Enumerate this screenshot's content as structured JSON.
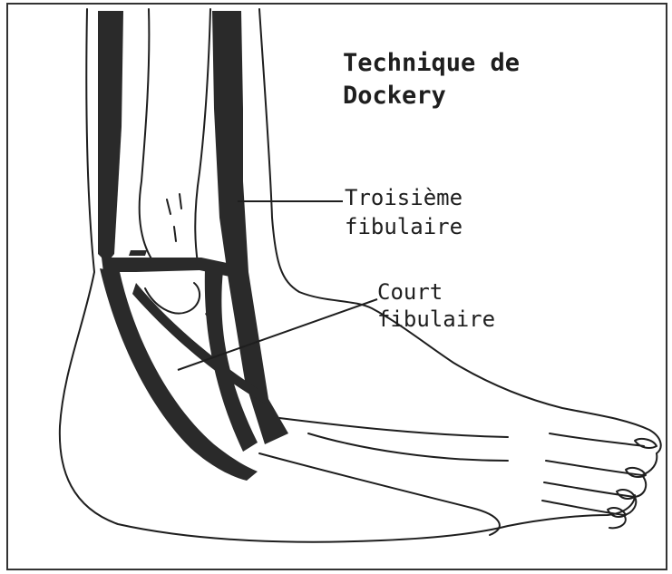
{
  "title": {
    "line1": "Technique de",
    "line2": "Dockery"
  },
  "labels": {
    "troisieme_line1": "Troisième",
    "troisieme_line2": "fibulaire",
    "court_line1": "Court",
    "court_line2": "fibulaire"
  },
  "colors": {
    "ink": "#1e1e1e",
    "tendon": "#2a2a2a",
    "background": "#ffffff"
  }
}
